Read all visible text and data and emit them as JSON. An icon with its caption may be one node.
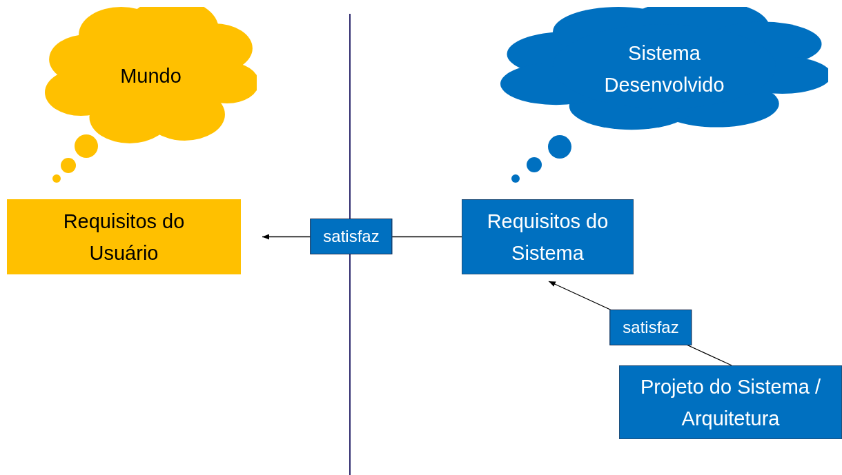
{
  "diagram": {
    "nodes": [
      {
        "text": [
          "Mundo"
        ]
      },
      {
        "text": [
          "Requisitos do Usuário"
        ]
      },
      {
        "text": [
          "Sistema Desenvolvido"
        ]
      },
      {
        "text": [
          "Requisitos do Sistema"
        ]
      },
      {
        "text": [
          "Projeto do Sistema / Arquitetura"
        ]
      }
    ],
    "edges": [
      {
        "from": 3,
        "to": 1,
        "arrow": "to",
        "label": "satisfaz"
      },
      {
        "from": 4,
        "to": 3,
        "arrow": "to",
        "label": "satisfaz"
      }
    ]
  }
}
